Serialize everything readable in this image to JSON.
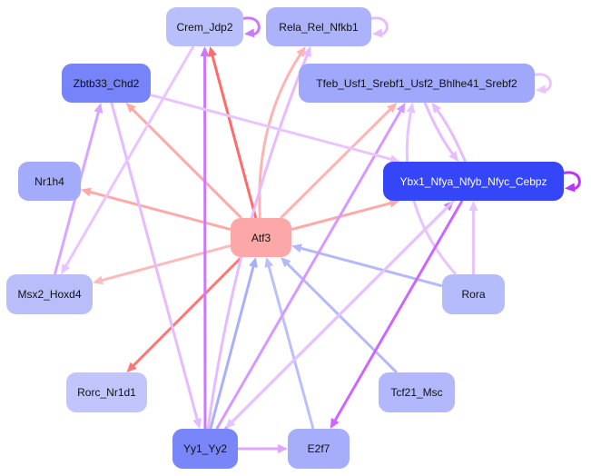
{
  "nodes": [
    {
      "id": "Crem_Jdp2",
      "label": "Crem_Jdp2",
      "color": "#b9bffb"
    },
    {
      "id": "Rela_Rel_Nfkb1",
      "label": "Rela_Rel_Nfkb1",
      "color": "#adb3fb"
    },
    {
      "id": "Zbtb33_Chd2",
      "label": "Zbtb33_Chd2",
      "color": "#7683f9"
    },
    {
      "id": "Tfeb",
      "label": "Tfeb_Usf1_Srebf1_Usf2_Bhlhe41_Srebf2",
      "color": "#a0a8fb"
    },
    {
      "id": "Nr1h4",
      "label": "Nr1h4",
      "color": "#a3abfb"
    },
    {
      "id": "Ybx1",
      "label": "Ybx1_Nfya_Nfyb_Nfyc_Cebpz",
      "color": "#3546f8",
      "text_color": "#ffffff"
    },
    {
      "id": "Atf3",
      "label": "Atf3",
      "color": "#fca8a8"
    },
    {
      "id": "Msx2_Hoxd4",
      "label": "Msx2_Hoxd4",
      "color": "#b9befb"
    },
    {
      "id": "Rora",
      "label": "Rora",
      "color": "#b5bcfb"
    },
    {
      "id": "Rorc_Nr1d1",
      "label": "Rorc_Nr1d1",
      "color": "#c1c5fb"
    },
    {
      "id": "Tcf21_Msc",
      "label": "Tcf21_Msc",
      "color": "#b2b8fb"
    },
    {
      "id": "Yy1_Yy2",
      "label": "Yy1_Yy2",
      "color": "#7886f9"
    },
    {
      "id": "E2f7",
      "label": "E2f7",
      "color": "#a6adfb"
    }
  ],
  "edges": [
    {
      "from": "Atf3",
      "to": "Crem_Jdp2",
      "color": "#ff6b6b"
    },
    {
      "from": "Atf3",
      "to": "Rela_Rel_Nfkb1",
      "color": "#ffb3b3"
    },
    {
      "from": "Atf3",
      "to": "Zbtb33_Chd2",
      "color": "#ffaaaa"
    },
    {
      "from": "Atf3",
      "to": "Tfeb",
      "color": "#ffb3b3"
    },
    {
      "from": "Atf3",
      "to": "Nr1h4",
      "color": "#ffaaaa"
    },
    {
      "from": "Atf3",
      "to": "Ybx1",
      "color": "#ffaaaa"
    },
    {
      "from": "Atf3",
      "to": "Msx2_Hoxd4",
      "color": "#ffbbbb"
    },
    {
      "from": "Atf3",
      "to": "Rorc_Nr1d1",
      "color": "#ff7777"
    },
    {
      "from": "Yy1_Yy2",
      "to": "Crem_Jdp2",
      "color": "#cc77ff"
    },
    {
      "from": "Yy1_Yy2",
      "to": "Rela_Rel_Nfkb1",
      "color": "#e6bbff"
    },
    {
      "from": "Yy1_Yy2",
      "to": "Atf3",
      "color": "#a8b0fb"
    },
    {
      "from": "E2f7",
      "to": "Atf3",
      "color": "#bbc0fb"
    },
    {
      "from": "Tcf21_Msc",
      "to": "Atf3",
      "color": "#b3b9fb"
    },
    {
      "from": "Rora",
      "to": "Atf3",
      "color": "#b3b9fb"
    },
    {
      "from": "Rora",
      "to": "Tfeb",
      "color": "#e6c4ff"
    },
    {
      "from": "Rora",
      "to": "Ybx1",
      "color": "#e6c4ff"
    },
    {
      "from": "Yy1_Yy2",
      "to": "Tfeb",
      "color": "#d799ff"
    },
    {
      "from": "Yy1_Yy2",
      "to": "Ybx1",
      "color": "#cc77ff"
    },
    {
      "from": "Ybx1",
      "to": "Yy1_Yy2",
      "color": "#e6c4ff"
    },
    {
      "from": "Ybx1",
      "to": "E2f7",
      "color": "#cc66ff"
    },
    {
      "from": "Tfeb",
      "to": "Ybx1",
      "color": "#e6bbff"
    },
    {
      "from": "Ybx1",
      "to": "Tfeb",
      "color": "#e6bbff"
    },
    {
      "from": "Zbtb33_Chd2",
      "to": "Ybx1",
      "color": "#eac4ff"
    },
    {
      "from": "Zbtb33_Chd2",
      "to": "Yy1_Yy2",
      "color": "#e6bbff"
    },
    {
      "from": "Msx2_Hoxd4",
      "to": "Zbtb33_Chd2",
      "color": "#d9a6ff"
    },
    {
      "from": "Crem_Jdp2",
      "to": "Msx2_Hoxd4",
      "color": "#eac4ff"
    },
    {
      "from": "Yy1_Yy2",
      "to": "E2f7",
      "color": "#e0a6ff"
    },
    {
      "from": "Crem_Jdp2",
      "to": "Crem_Jdp2",
      "color": "#cc77ff"
    },
    {
      "from": "Rela_Rel_Nfkb1",
      "to": "Rela_Rel_Nfkb1",
      "color": "#e6bbff"
    },
    {
      "from": "Tfeb",
      "to": "Tfeb",
      "color": "#eac4ff"
    },
    {
      "from": "Ybx1",
      "to": "Ybx1",
      "color": "#bb33ff"
    }
  ]
}
